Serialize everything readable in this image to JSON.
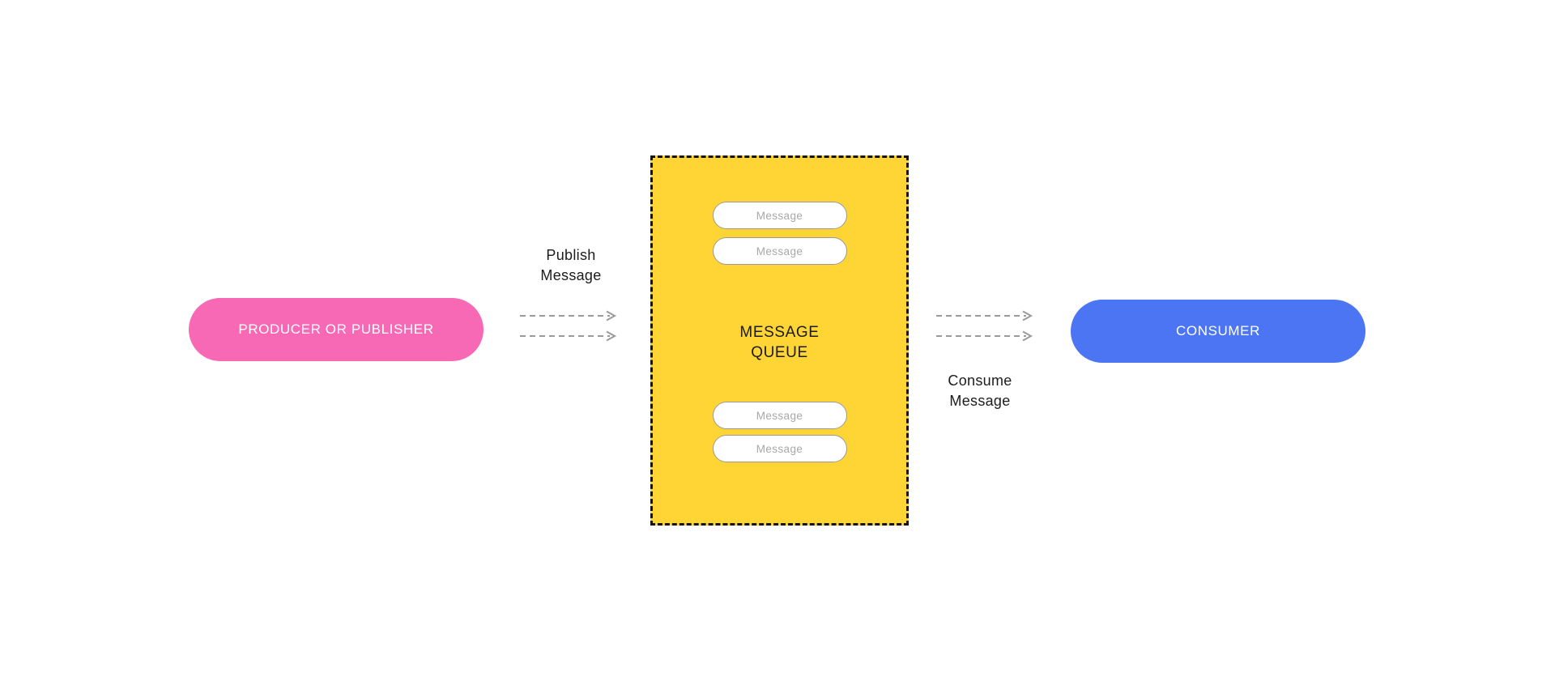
{
  "diagram": {
    "producer": {
      "label": "PRODUCER OR PUBLISHER",
      "color": "#f768b5"
    },
    "publish_flow": {
      "label": "Publish Message"
    },
    "queue": {
      "title": "MESSAGE QUEUE",
      "color": "#ffd535",
      "messages": [
        "Message",
        "Message",
        "Message",
        "Message"
      ]
    },
    "consume_flow": {
      "label": "Consume Message"
    },
    "consumer": {
      "label": "CONSUMER",
      "color": "#4b75f2"
    }
  },
  "colors": {
    "background": "#ffffff",
    "producer_pink": "#f768b5",
    "queue_yellow": "#ffd535",
    "consumer_blue": "#4b75f2",
    "queue_border_black": "#141414",
    "arrow_gray": "#9a9a9a",
    "message_pill_border_gray": "#999999",
    "message_pill_text_gray": "#a8a8a8",
    "label_text_black": "#1c1c1c",
    "node_text_white": "#ffffff"
  }
}
